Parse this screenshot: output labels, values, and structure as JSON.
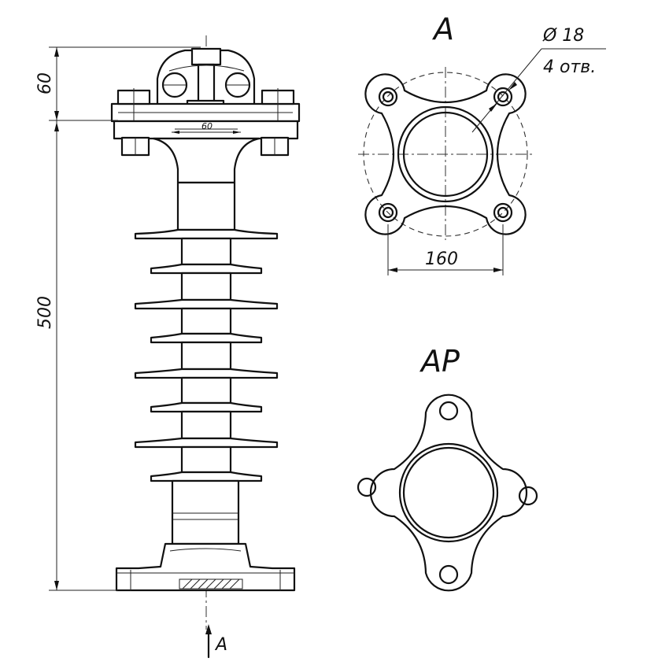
{
  "labels": {
    "view_a_title": "A",
    "view_ar_title": "AP",
    "arrow_label": "A",
    "hole_diameter": "Ø 18",
    "hole_count": "4 отв.",
    "pcd_dim": "160",
    "height_top": "60",
    "height_total": "500",
    "clamp_width": "60"
  }
}
